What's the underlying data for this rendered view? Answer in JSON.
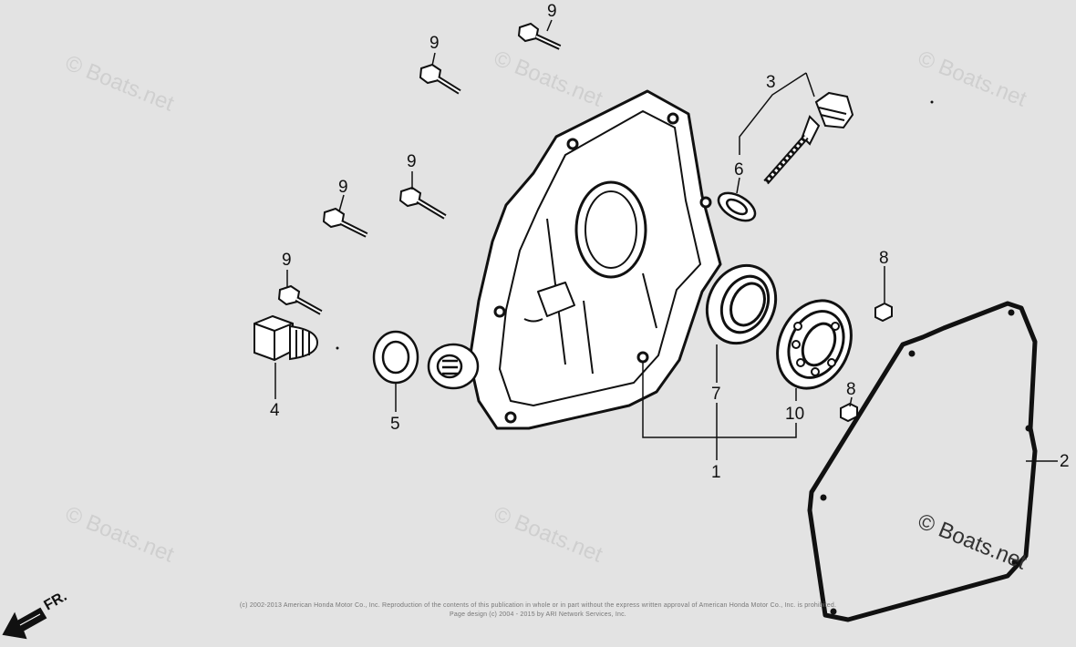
{
  "watermarks": [
    "© Boats.net",
    "© Boats.net",
    "© Boats.net",
    "© Boats.net",
    "© Boats.net",
    "© Boats.net"
  ],
  "watermark_strong": "© Boats.net",
  "direction_label": "FR.",
  "callouts": {
    "c1": "1",
    "c2": "2",
    "c3": "3",
    "c4": "4",
    "c5": "5",
    "c6": "6",
    "c7": "7",
    "c8a": "8",
    "c8b": "8",
    "c9a": "9",
    "c9b": "9",
    "c9c": "9",
    "c9d": "9",
    "c9e": "9",
    "c10": "10"
  },
  "footer": {
    "line1": "(c) 2002-2013 American Honda Motor Co., Inc. Reproduction of the contents of this publication in whole or in part without the express written approval of American Honda Motor Co., Inc. is prohibited.",
    "line2": "Page design (c) 2004 - 2015 by ARI Network Services, Inc."
  }
}
